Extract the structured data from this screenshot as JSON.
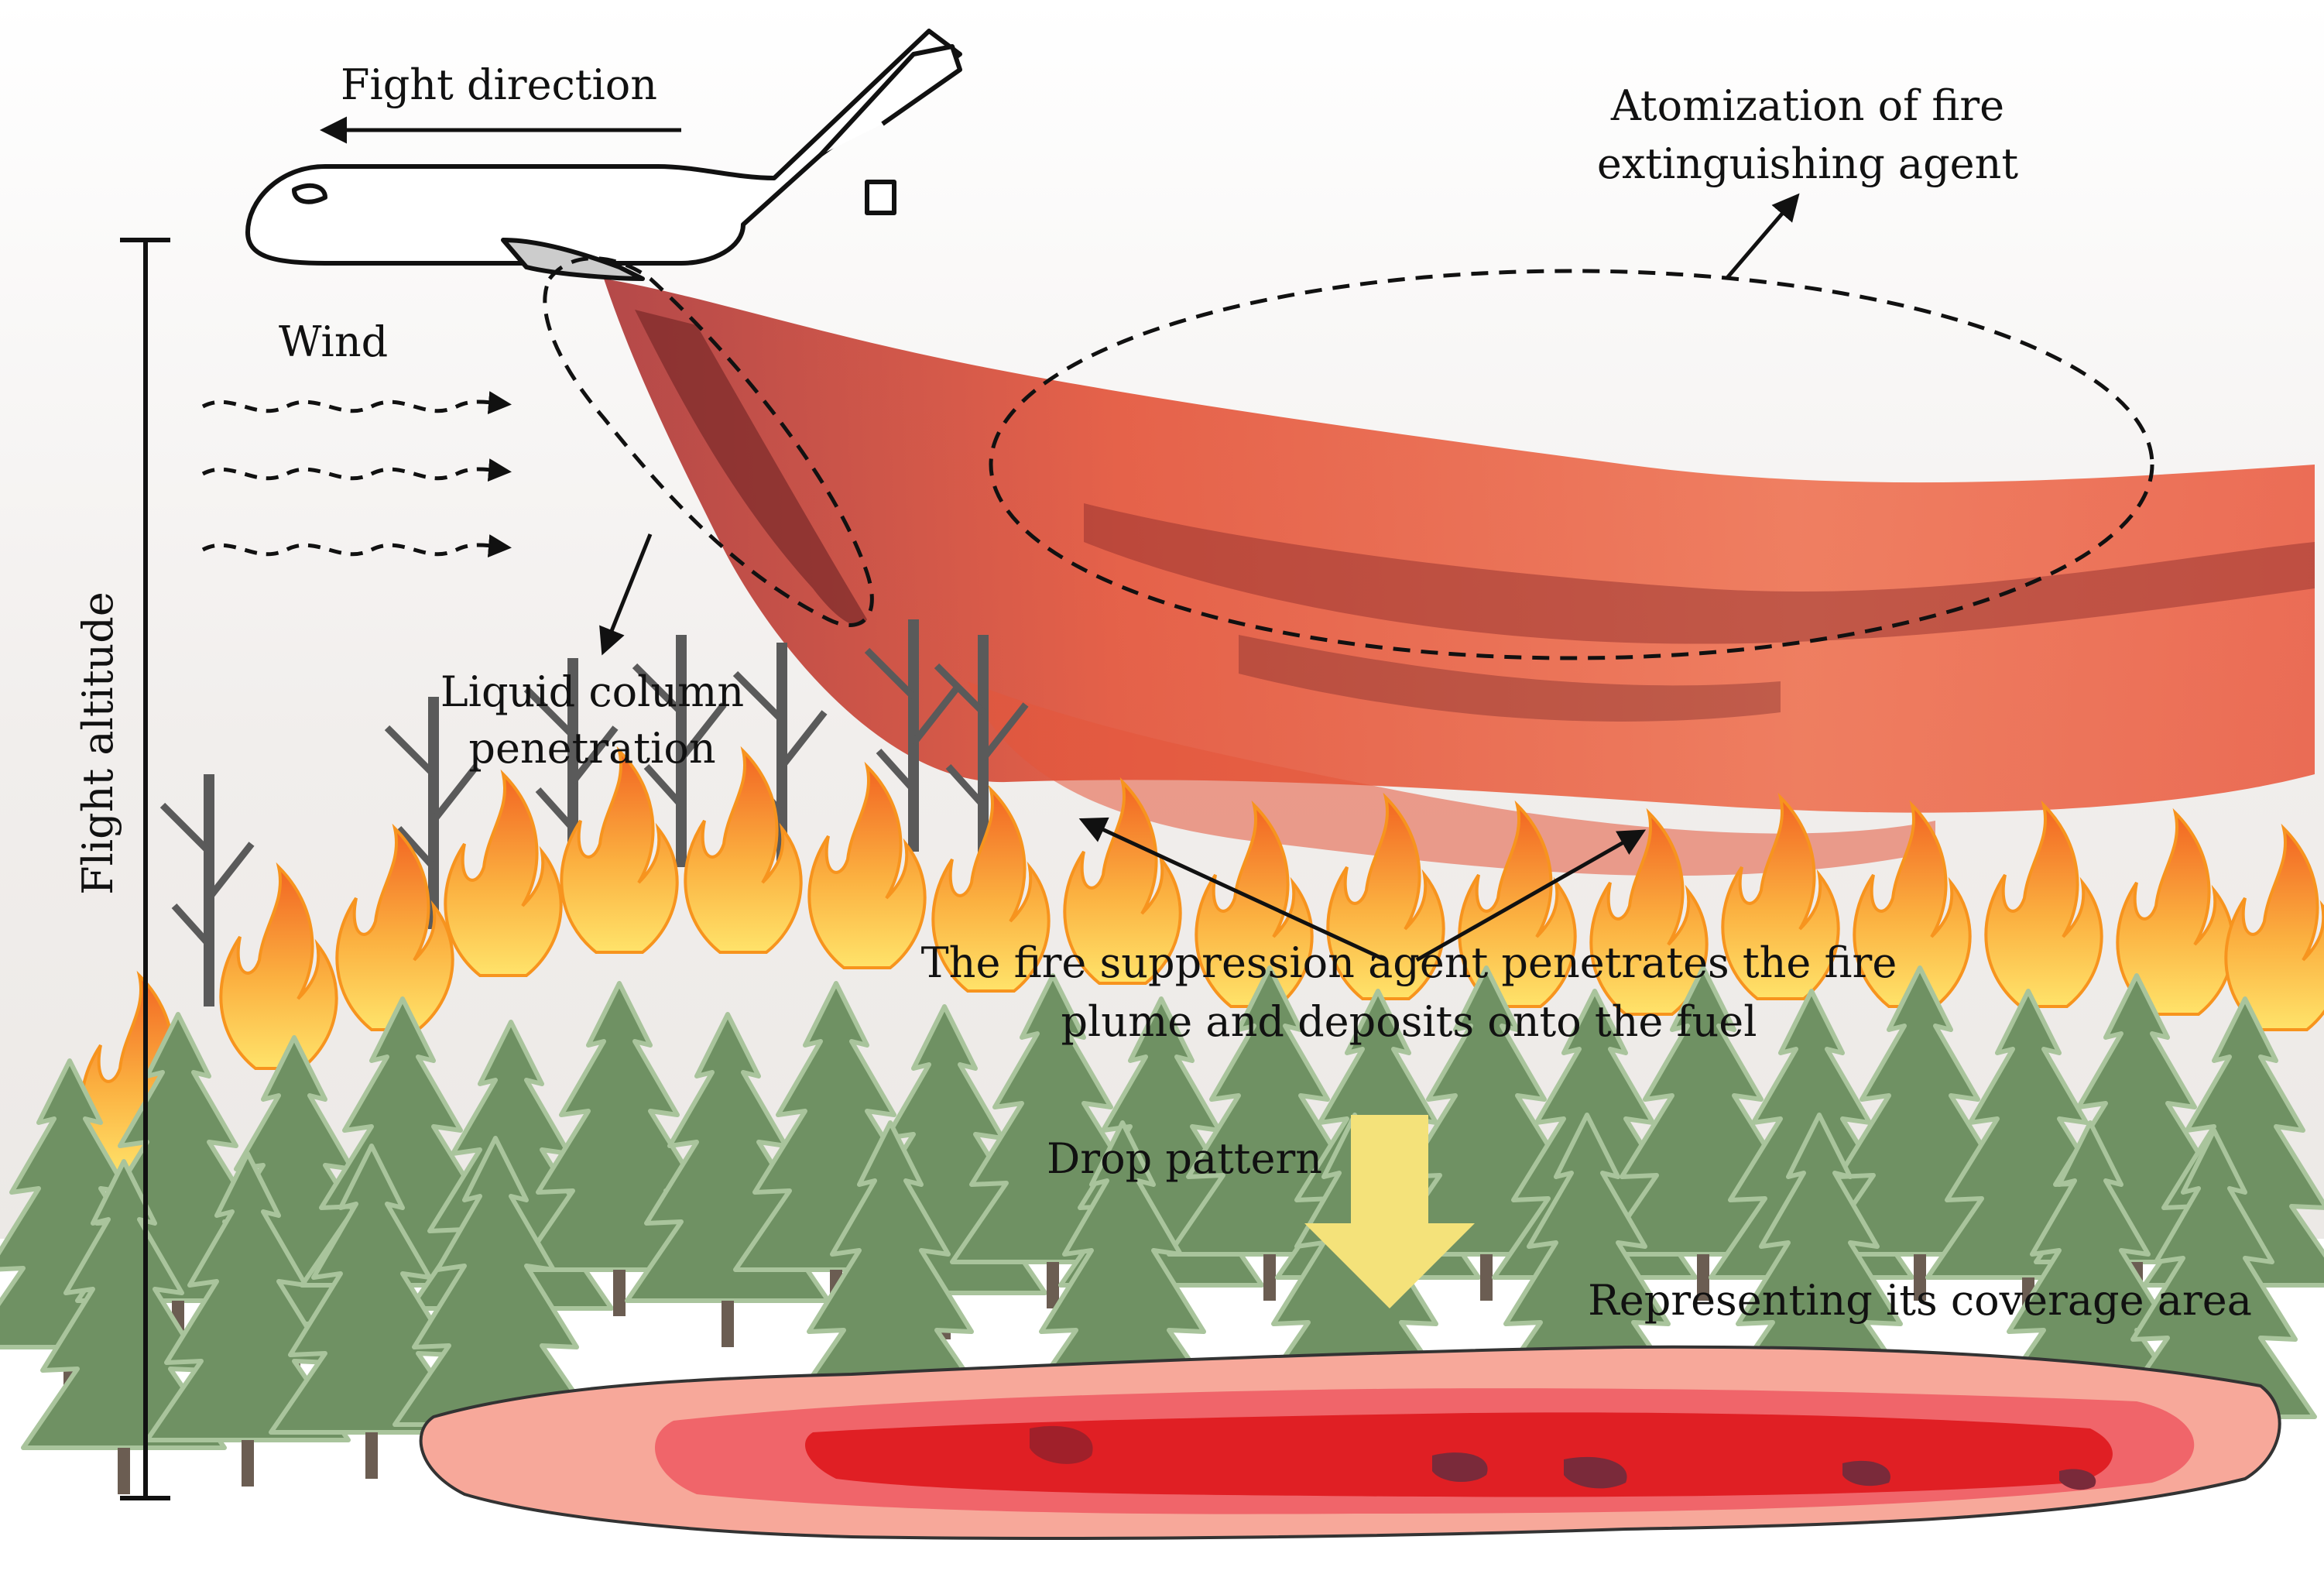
{
  "labels": {
    "flight_direction": "Fight direction",
    "atomization_line1": "Atomization of fire",
    "atomization_line2": "extinguishing agent",
    "wind": "Wind",
    "liquid_line1": "Liquid column",
    "liquid_line2": "penetration",
    "flight_altitude": "Flight altitude",
    "suppression_line1": "The fire suppression agent penetrates the fire",
    "suppression_line2": "plume and deposits onto the fuel",
    "drop_pattern": "Drop pattern",
    "coverage": "Representing its coverage area"
  },
  "colors": {
    "background": "#ffffff",
    "sky": "#f3f0ee",
    "retardant_light": "#f07a5a",
    "retardant_mid": "#d9402a",
    "retardant_dark": "#8a2a2a",
    "tree_green": "#6f9163",
    "tree_dark": "#4f6f47",
    "flame_yellow": "#ffd34a",
    "flame_orange": "#f7941e",
    "dead_tree": "#555555",
    "drop_arrow": "#f4e27a",
    "pattern_outer": "#f7a89a",
    "pattern_mid": "#f0656a",
    "pattern_core": "#e01f24",
    "pattern_dark": "#7a2a3a",
    "ink": "#111111"
  },
  "icons": [
    "airplane-icon",
    "wind-arrow-icon",
    "down-arrow-icon",
    "flame-icon",
    "conifer-tree-icon"
  ]
}
